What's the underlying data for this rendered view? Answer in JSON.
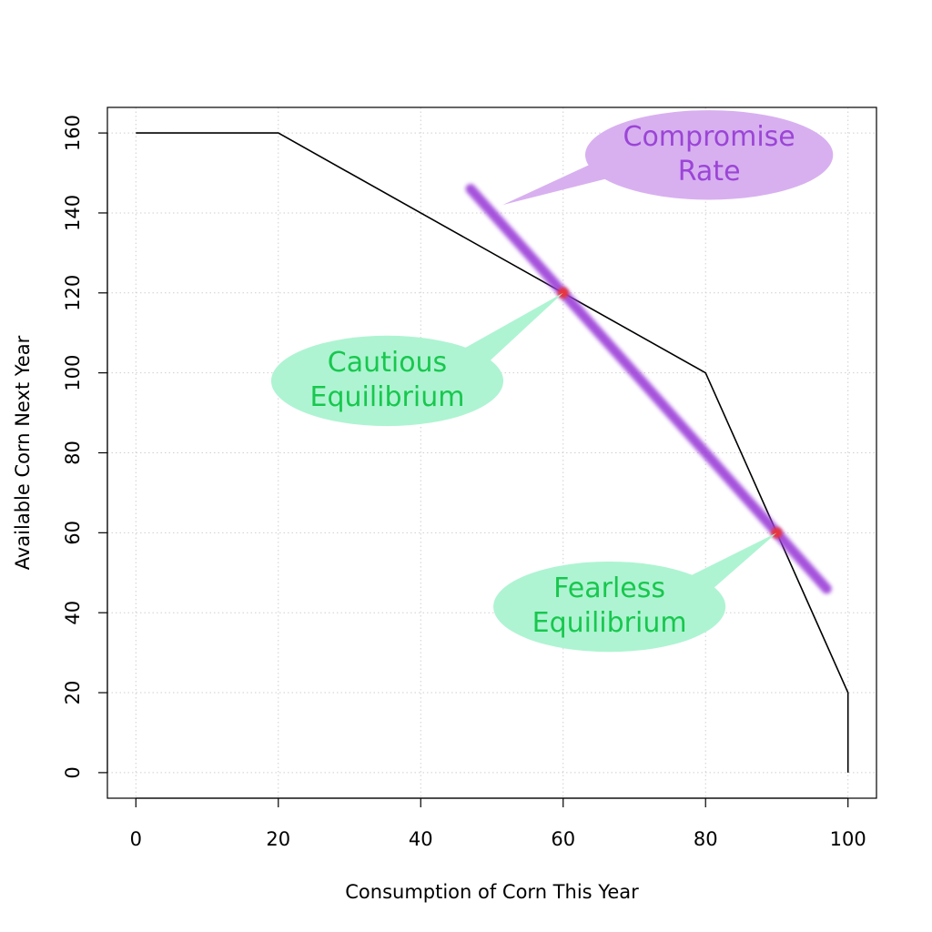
{
  "chart_data": {
    "type": "line",
    "title": "",
    "xlabel": "Consumption of Corn This Year",
    "ylabel": "Available Corn Next Year",
    "xlim": [
      -4,
      104
    ],
    "ylim": [
      -6.4,
      166.4
    ],
    "x_ticks": [
      0,
      20,
      40,
      60,
      80,
      100
    ],
    "y_ticks": [
      0,
      20,
      40,
      60,
      80,
      100,
      120,
      140,
      160
    ],
    "grid": true,
    "series": [
      {
        "values": [
          {
            "x": 0,
            "y": 160
          },
          {
            "x": 20,
            "y": 160
          },
          {
            "x": 60,
            "y": 120
          },
          {
            "x": 80,
            "y": 100
          },
          {
            "x": 100,
            "y": 20
          },
          {
            "x": 100,
            "y": 0
          }
        ]
      }
    ],
    "compromise_line": {
      "from": {
        "x": 47,
        "y": 146
      },
      "to": {
        "x": 97,
        "y": 46
      },
      "color": "#9b3fd8"
    },
    "equilibrium_points": [
      {
        "x": 60,
        "y": 120,
        "color": "#e8343c"
      },
      {
        "x": 90,
        "y": 60,
        "color": "#e8343c"
      }
    ],
    "annotations": [
      {
        "lines": [
          "Compromise",
          "Rate"
        ],
        "center": {
          "x": 80.5,
          "y": 154.5
        },
        "rx": 17.4,
        "ry": 11.2,
        "tail_tip": {
          "x": 51.5,
          "y": 142
        },
        "text_color": "#9b45d6",
        "fill_color": "#d8b0f0"
      },
      {
        "lines": [
          "Cautious",
          "Equilibrium"
        ],
        "center": {
          "x": 35.3,
          "y": 98
        },
        "rx": 16.3,
        "ry": 11.3,
        "tail_tip": {
          "x": 60,
          "y": 120
        },
        "text_color": "#18c74e",
        "fill_color": "#aef4d2"
      },
      {
        "lines": [
          "Fearless",
          "Equilibrium"
        ],
        "center": {
          "x": 66.5,
          "y": 41.5
        },
        "rx": 16.3,
        "ry": 11.3,
        "tail_tip": {
          "x": 90,
          "y": 60
        },
        "text_color": "#18c74e",
        "fill_color": "#aef4d2"
      }
    ]
  }
}
